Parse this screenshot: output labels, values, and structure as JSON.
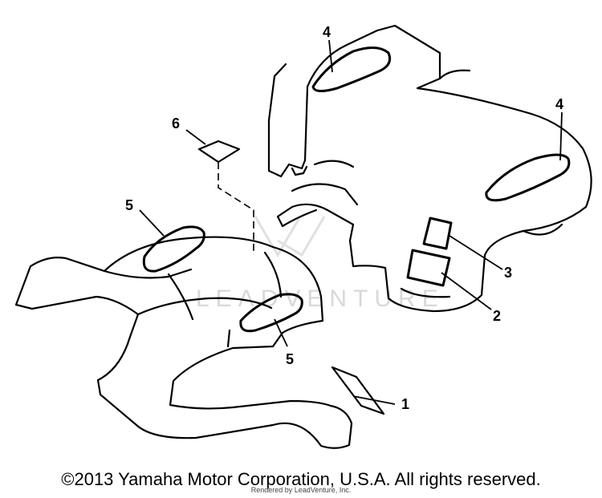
{
  "watermark": {
    "text": "LEADVENTURE"
  },
  "callouts": [
    {
      "id": "1",
      "label": "1"
    },
    {
      "id": "2",
      "label": "2"
    },
    {
      "id": "3",
      "label": "3"
    },
    {
      "id": "4a",
      "label": "4"
    },
    {
      "id": "4b",
      "label": "4"
    },
    {
      "id": "5a",
      "label": "5"
    },
    {
      "id": "5b",
      "label": "5"
    },
    {
      "id": "6",
      "label": "6"
    }
  ],
  "footer": {
    "copyright": "©2013 Yamaha Motor Corporation, U.S.A. All rights reserved.",
    "rendered_by": "Rendered by LeadVenture, Inc."
  }
}
